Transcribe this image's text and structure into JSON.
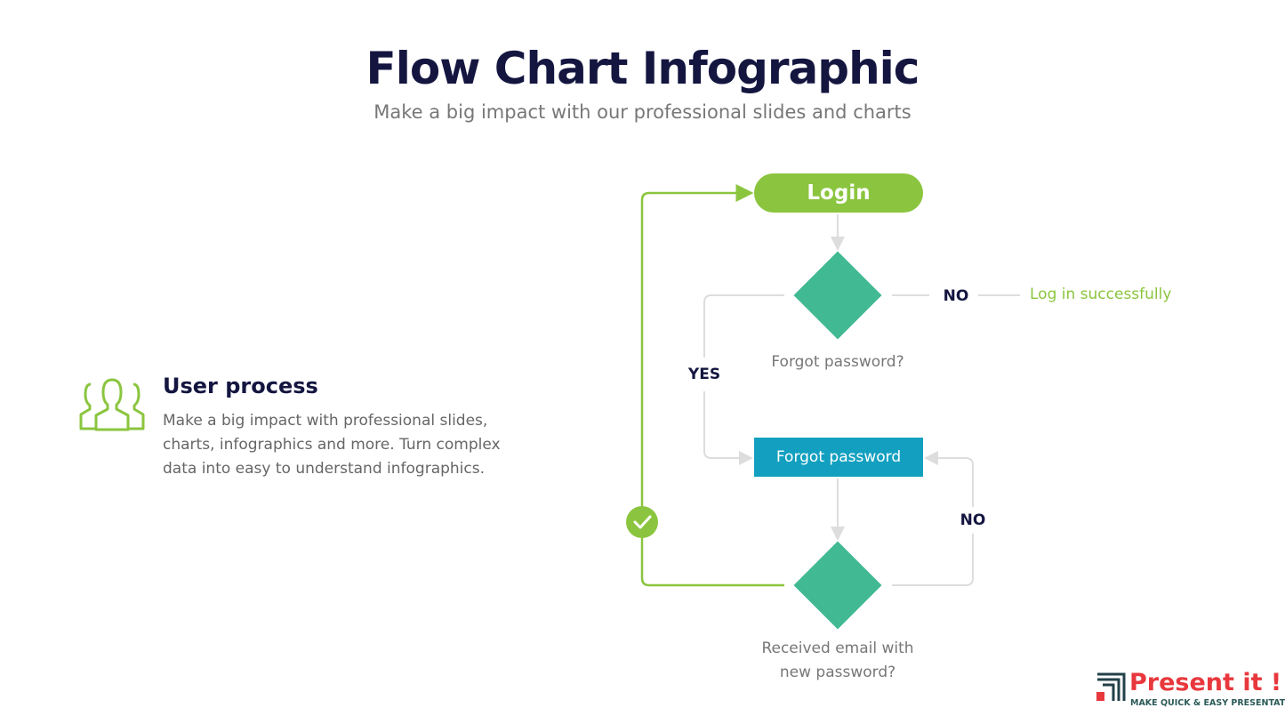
{
  "header": {
    "title": "Flow Chart Infographic",
    "subtitle": "Make a big impact with our professional slides and charts"
  },
  "side": {
    "title": "User process",
    "body": "Make a big impact with professional slides, charts, infographics and more. Turn complex data into easy to understand infographics.",
    "icon": "users-icon"
  },
  "flow": {
    "login": "Login",
    "decision1_caption": "Forgot password?",
    "no1": "NO",
    "success": "Log in successfully",
    "yes": "YES",
    "forgot_box": "Forgot password",
    "no2": "NO",
    "decision2_caption_line1": "Received email with",
    "decision2_caption_line2": "new password?"
  },
  "logo": {
    "name": "Present it !",
    "tagline": "MAKE QUICK & EASY PRESENTATIONS"
  },
  "colors": {
    "green": "#8bc53f",
    "teal": "#41b993",
    "blue": "#13a0c0",
    "navy": "#141640"
  }
}
